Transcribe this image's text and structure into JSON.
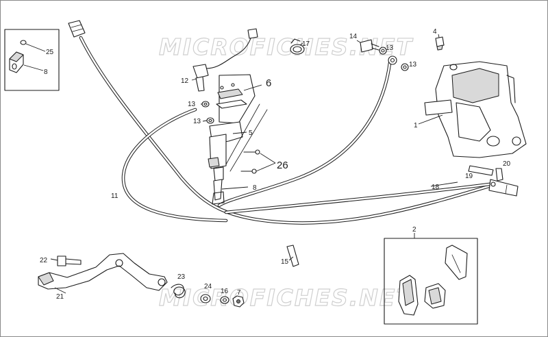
{
  "watermark": "MICROFICHES.NET",
  "callouts": {
    "c1": "1",
    "c2": "2",
    "c4": "4",
    "c5": "5",
    "c6": "6",
    "c7": "7",
    "c8a": "8",
    "c8b": "8",
    "c11": "11",
    "c12": "12",
    "c13a": "13",
    "c13b": "13",
    "c13c": "13",
    "c13d": "13",
    "c14": "14",
    "c15": "15",
    "c16": "16",
    "c17": "17",
    "c18": "18",
    "c19": "19",
    "c20": "20",
    "c21": "21",
    "c22": "22",
    "c23": "23",
    "c24": "24",
    "c25": "25",
    "c26": "26"
  }
}
